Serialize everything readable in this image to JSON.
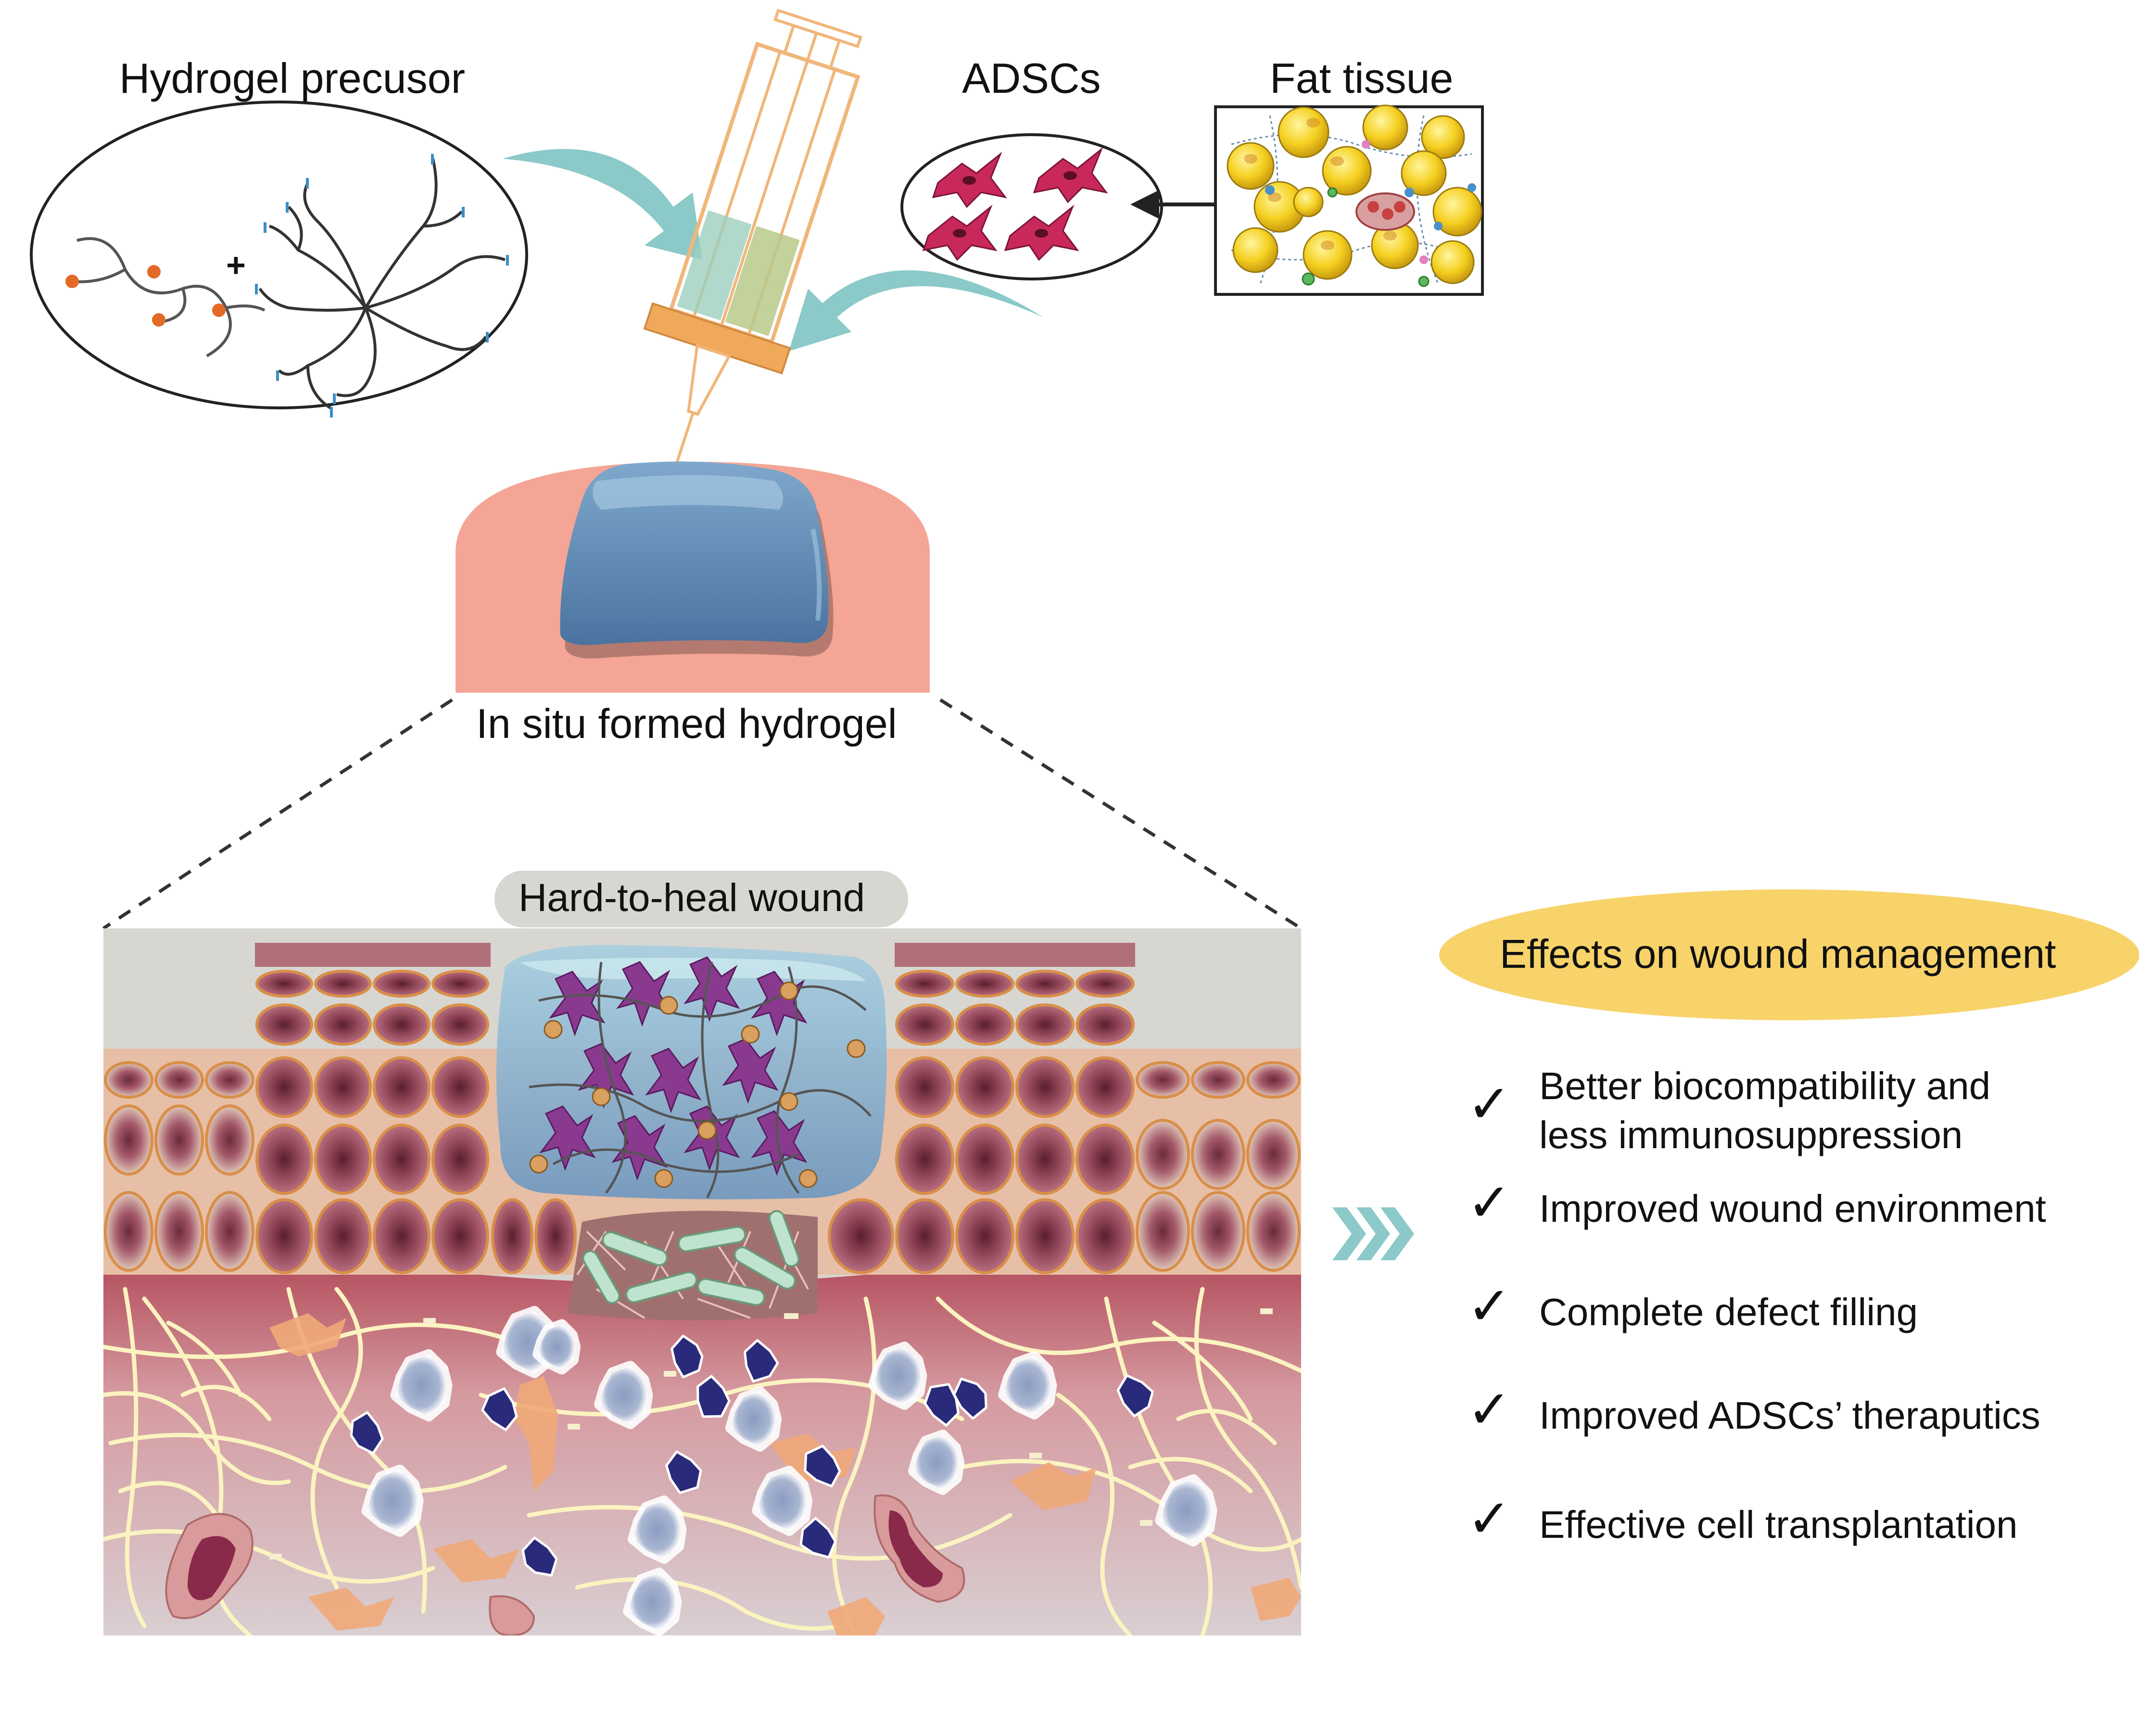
{
  "labels": {
    "hydrogel_precursor": "Hydrogel precusor",
    "adscs": "ADSCs",
    "fat_tissue": "Fat tissue",
    "in_situ": "In situ formed hydrogel",
    "wound": "Hard-to-heal wound",
    "plus": "+"
  },
  "effects": {
    "title": "Effects on wound management",
    "items": [
      {
        "line1": "Better biocompatibility and",
        "line2": "less immunosuppression"
      },
      {
        "line1": "Improved wound environment"
      },
      {
        "line1": "Complete defect filling"
      },
      {
        "line1": "Improved ADSCs’ theraputics"
      },
      {
        "line1": "Effective cell transplantation"
      }
    ],
    "check": "✓"
  },
  "colors": {
    "arrow_teal": "#8cc9c9",
    "syringe": "#f0b67a",
    "hydrogel_blue": "#5b85b0",
    "skin_pink": "#f4a595",
    "cell_magenta": "#c8285a",
    "fat_yellow": "#f5d020",
    "ellipse_yellow": "#f7d36a",
    "tissue_top_gray": "#d8d6d0",
    "dermis_top": "#b85a66",
    "dermis_bottom": "#d6c2c6"
  }
}
